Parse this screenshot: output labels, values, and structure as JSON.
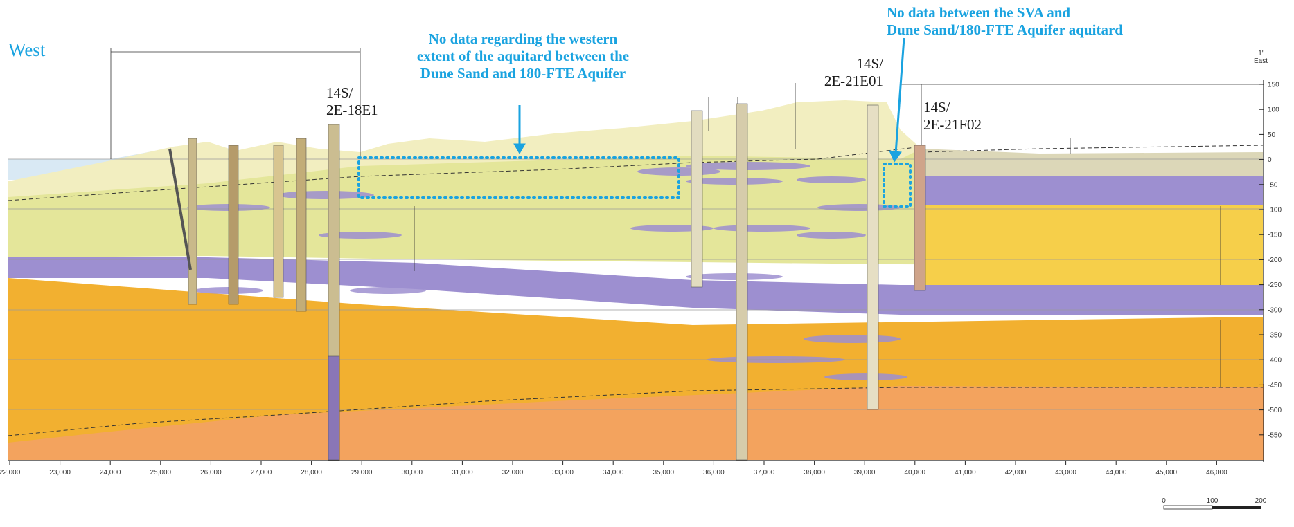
{
  "direction": {
    "west": "West",
    "east_line1": "1'",
    "east_line2": "East"
  },
  "callouts": {
    "western_extent": [
      "No data regarding the western",
      "extent of the aquitard between the",
      "Dune Sand and 180-FTE Aquifer"
    ],
    "sva": [
      "No data between the SVA and",
      "Dune Sand/180-FTE Aquifer aquitard"
    ]
  },
  "wells": [
    {
      "id": "w1",
      "line1": "14S/",
      "line2": "2E-18E1"
    },
    {
      "id": "w2",
      "line1": "14S/",
      "line2": "2E-21E01"
    },
    {
      "id": "w3",
      "line1": "14S/",
      "line2": "2E-21F02"
    }
  ],
  "elevation_ticks": [
    150,
    100,
    50,
    0,
    -50,
    -100,
    -150,
    -200,
    -250,
    -300,
    -350,
    -400,
    -450,
    -500,
    -550
  ],
  "distance_ticks": [
    "22,000",
    "23,000",
    "24,000",
    "25,000",
    "26,000",
    "27,000",
    "28,000",
    "29,000",
    "30,000",
    "31,000",
    "32,000",
    "33,000",
    "34,000",
    "35,000",
    "36,000",
    "37,000",
    "38,000",
    "39,000",
    "40,000",
    "41,000",
    "42,000",
    "43,000",
    "44,000",
    "45,000",
    "46,000"
  ],
  "scale_bar": {
    "labels": [
      "0",
      "100",
      "200"
    ]
  },
  "colors": {
    "dune_sand": "#f2eec0",
    "terrace": "#e4e69a",
    "aquitard": "#9d8fd0",
    "aquifer_180": "#f6cf4a",
    "aromas": "#f2b030",
    "paso_robles": "#f3a35e",
    "alluvium": "#dcd7b8",
    "bay": "#d9e9f4",
    "callout": "#1aa3e0"
  }
}
